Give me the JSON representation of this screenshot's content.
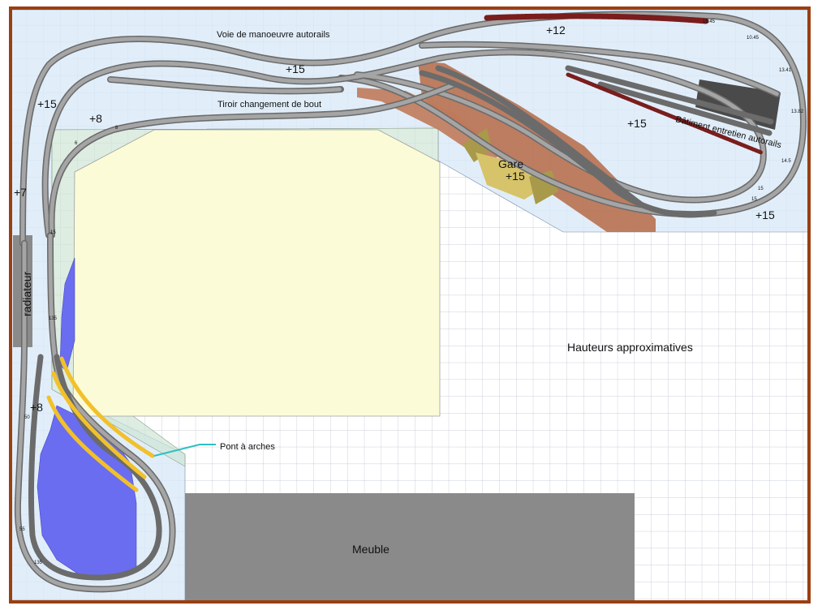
{
  "labels": {
    "voie_manoeuvre": "Voie de manoeuvre autorails",
    "tiroir": "Tiroir changement de bout",
    "batiment": "Bâtiment entretien autorails",
    "pont": "Pont à arches",
    "hauteurs": "Hauteurs approximatives",
    "meuble": "Meuble",
    "radiateur": "radiateur",
    "gare": "Gare"
  },
  "heights": {
    "top_left": "+15",
    "left_inner": "+8",
    "left_side": "+7",
    "lower_left": "+8",
    "center_top": "+15",
    "top_right": "+12",
    "right_mid": "+15",
    "gare": "+15",
    "right_bottom": "+15"
  },
  "track_marks": [
    "15",
    "135",
    "50",
    "55",
    "135",
    "6",
    "8",
    "10.45",
    "13.41",
    "13.82",
    "14.5",
    "15",
    "15",
    "15.45"
  ],
  "colors": {
    "frame": "#9a3f12",
    "grid": "#b9c0cf",
    "baseboard": "#d7e8f8",
    "plateau": "#fbfbd7",
    "water": "#6a6df0",
    "track": "#a5a5a5",
    "track_dark": "#6b6b6b",
    "slope": "#b9704f",
    "bridge": "#f2c12a",
    "station": "#d1c06b",
    "meuble": "#8a8a8a",
    "depot": "#4a4a4a",
    "siding_red": "#7a1d1d"
  }
}
